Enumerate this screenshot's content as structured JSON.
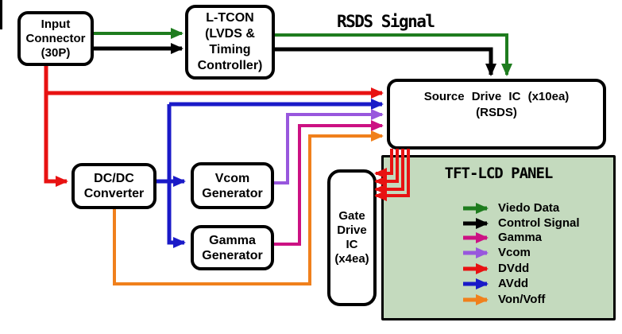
{
  "colors": {
    "wire_green": "#1e7c1e",
    "wire_black": "#000000",
    "wire_red": "#e81212",
    "wire_blue": "#1a1ac8",
    "wire_purple": "#9857dd",
    "wire_magenta": "#cc1183",
    "wire_orange": "#f0801c",
    "panel_fill": "#c4dabe"
  },
  "boxes": {
    "input_connector": {
      "label": "Input\nConnector\n(30P)"
    },
    "ltcon": {
      "label": "L-TCON\n(LVDS &\nTiming\nController)"
    },
    "source_drive_ic": {
      "label": "Source Drive IC (x10ea)\n(RSDS)"
    },
    "dcdc_converter": {
      "label": "DC/DC\nConverter"
    },
    "vcom_generator": {
      "label": "Vcom\nGenerator"
    },
    "gamma_generator": {
      "label": "Gamma\nGenerator"
    },
    "gate_drive_ic": {
      "label": "Gate\nDrive\nIC\n(x4ea)"
    }
  },
  "panel": {
    "title": "TFT-LCD PANEL"
  },
  "annotations": {
    "rsds_signal": "RSDS Signal"
  },
  "legend": {
    "items": [
      {
        "label": "Viedo Data",
        "color": "#1e7c1e"
      },
      {
        "label": "Control Signal",
        "color": "#000000"
      },
      {
        "label": "Gamma",
        "color": "#cc1183"
      },
      {
        "label": "Vcom",
        "color": "#9857dd"
      },
      {
        "label": "DVdd",
        "color": "#e81212"
      },
      {
        "label": "AVdd",
        "color": "#1a1ac8"
      },
      {
        "label": "Von/Voff",
        "color": "#f0801c"
      }
    ]
  }
}
